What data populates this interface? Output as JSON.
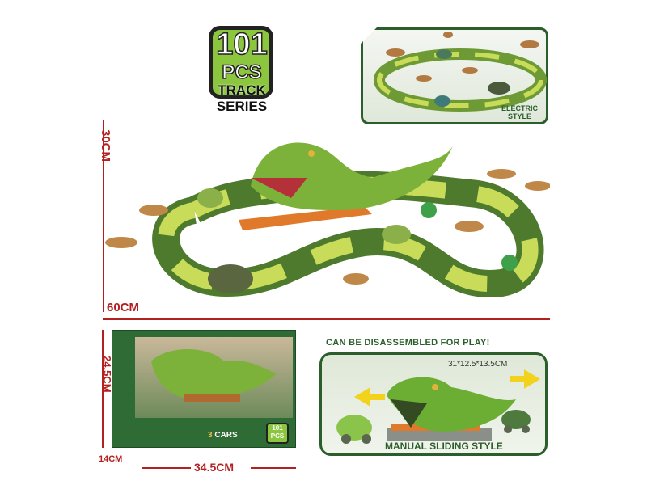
{
  "badge": {
    "count": "101",
    "unit": "PCS",
    "series": "TRACK SERIES"
  },
  "inset_electric": {
    "label_line1": "ELECTRIC",
    "label_line2": "STYLE"
  },
  "dimensions": {
    "height": "30CM",
    "width": "60CM",
    "box_height": "24.5CM",
    "box_depth": "14CM",
    "box_width": "34.5CM"
  },
  "slide_panel": {
    "heading": "CAN BE DISASSEMBLED FOR PLAY!",
    "size": "31*12.5*13.5CM",
    "caption": "MANUAL SLIDING STYLE"
  },
  "package": {
    "cars_label": "CARS",
    "cars_count": "3",
    "badge_count": "101",
    "badge_unit": "PCS"
  },
  "colors": {
    "dimension": "#b3201f",
    "frame_green": "#2c5e2c",
    "track_light": "#c8dc5a",
    "track_dark": "#4d7a2c",
    "dino": "#7cb13a"
  }
}
